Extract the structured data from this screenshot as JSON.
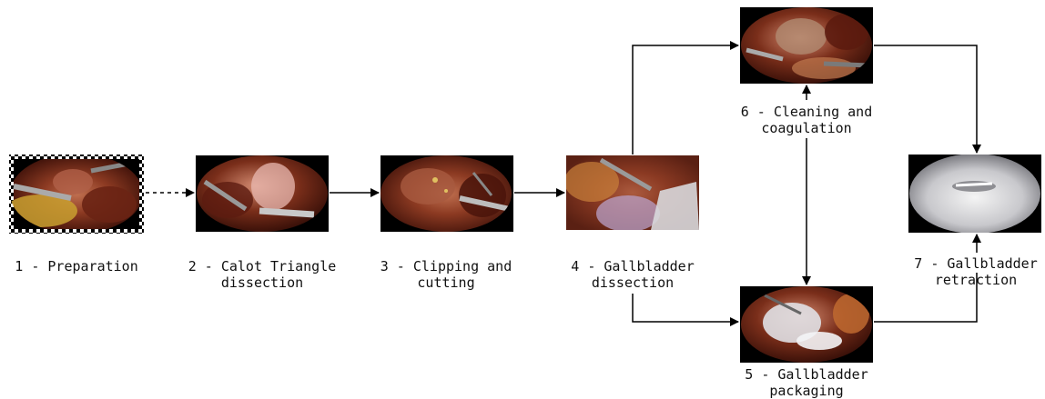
{
  "stages": [
    {
      "id": "s1",
      "line1": "1 - Preparation",
      "line2": ""
    },
    {
      "id": "s2",
      "line1": "2 - Calot Triangle",
      "line2": "dissection"
    },
    {
      "id": "s3",
      "line1": "3 - Clipping and",
      "line2": "cutting"
    },
    {
      "id": "s4",
      "line1": "4 - Gallbladder",
      "line2": "dissection"
    },
    {
      "id": "s5",
      "line1": "5 - Gallbladder",
      "line2": "packaging"
    },
    {
      "id": "s6",
      "line1": "6 - Cleaning and",
      "line2": "coagulation"
    },
    {
      "id": "s7",
      "line1": "7 - Gallbladder",
      "line2": "retraction"
    }
  ],
  "colors": {
    "arrow": "#000000",
    "frame_bg": "#000000",
    "tissue_dark": "#5a1d12",
    "tissue_mid": "#8c3a22",
    "tissue_light": "#c07050",
    "fat_yellow": "#c9a030",
    "bag_white": "#d8d8dc",
    "instrument": "#9a9a9a"
  }
}
